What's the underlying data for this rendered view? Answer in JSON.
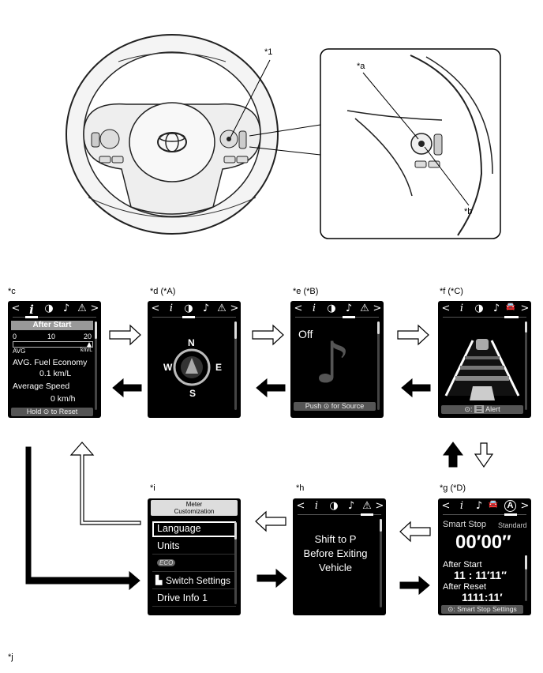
{
  "callouts": {
    "n1": "*1",
    "a": "*a",
    "b": "*b",
    "c": "*c",
    "d": "*d (*A)",
    "e": "*e (*B)",
    "f": "*f (*C)",
    "g": "*g (*D)",
    "h": "*h",
    "i": "*i",
    "j": "*j"
  },
  "screen_c": {
    "tabs": [
      "<",
      "i",
      "◑",
      "♪",
      "⚠",
      ">"
    ],
    "header": "After Start",
    "scale": [
      "0",
      "10",
      "20"
    ],
    "avg": "AVG",
    "unit": "km/L",
    "row1": "AVG. Fuel Economy",
    "val1": "0.1 km/L",
    "row2": "Average Speed",
    "val2": "0 km/h",
    "footer_a": "Hold",
    "footer_b": "to Reset"
  },
  "screen_d": {
    "tabs": [
      "<",
      "i",
      "◑",
      "♪",
      "⚠",
      ">"
    ],
    "n": "N",
    "s": "S",
    "e": "E",
    "w": "W"
  },
  "screen_e": {
    "tabs": [
      "<",
      "i",
      "◑",
      "♪",
      "⚠",
      ">"
    ],
    "status": "Off",
    "footer_a": "Push",
    "footer_b": "for Source"
  },
  "screen_f": {
    "tabs": [
      "<",
      "i",
      "◑",
      "♪",
      "🚘",
      ">"
    ],
    "footer_b": "Alert"
  },
  "screen_g": {
    "tabs": [
      "<",
      "i",
      "♪",
      "🚘",
      "A",
      ">"
    ],
    "title": "Smart Stop",
    "mode": "Standard",
    "big": "00′00″",
    "after_start": "After Start",
    "time1": "11 : 11′11″",
    "after_reset": "After Reset",
    "time2": "1111:11′",
    "footer": "Smart Stop Settings"
  },
  "screen_h": {
    "tabs": [
      "<",
      "i",
      "◑",
      "♪",
      "⚠",
      ">"
    ],
    "msg1": "Shift to P",
    "msg2": "Before Exiting",
    "msg3": "Vehicle"
  },
  "screen_i": {
    "header1": "Meter",
    "header2": "Customization",
    "items": [
      "Language",
      "Units",
      "ECO",
      "Switch Settings",
      "Drive Info 1"
    ]
  }
}
